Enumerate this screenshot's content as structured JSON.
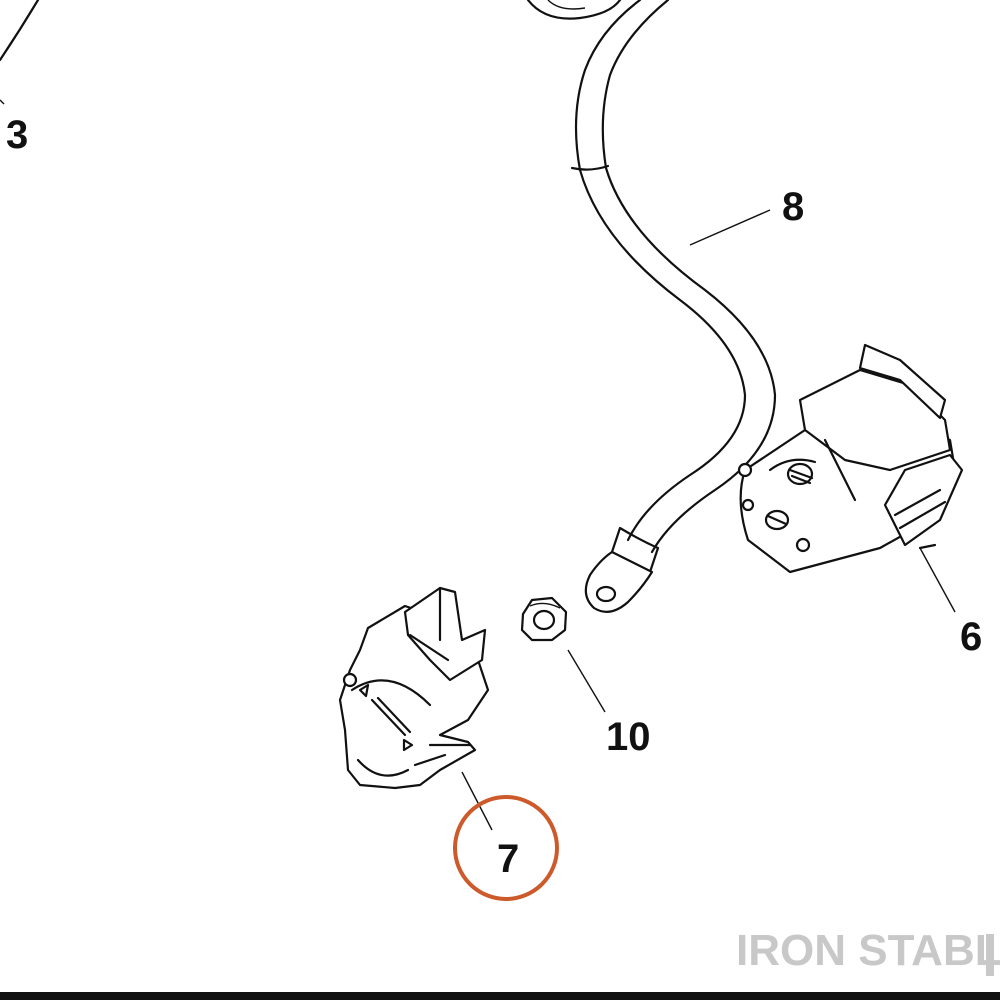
{
  "callouts": {
    "c3": "3",
    "c8": "8",
    "c6": "6",
    "c10": "10",
    "c7": "7"
  },
  "watermark": {
    "text": "IRON STABLE",
    "color": "#c8c8c8"
  },
  "colors": {
    "line": "#111111",
    "highlight": "#cc5a2b",
    "bottom_bar": "#111111"
  }
}
